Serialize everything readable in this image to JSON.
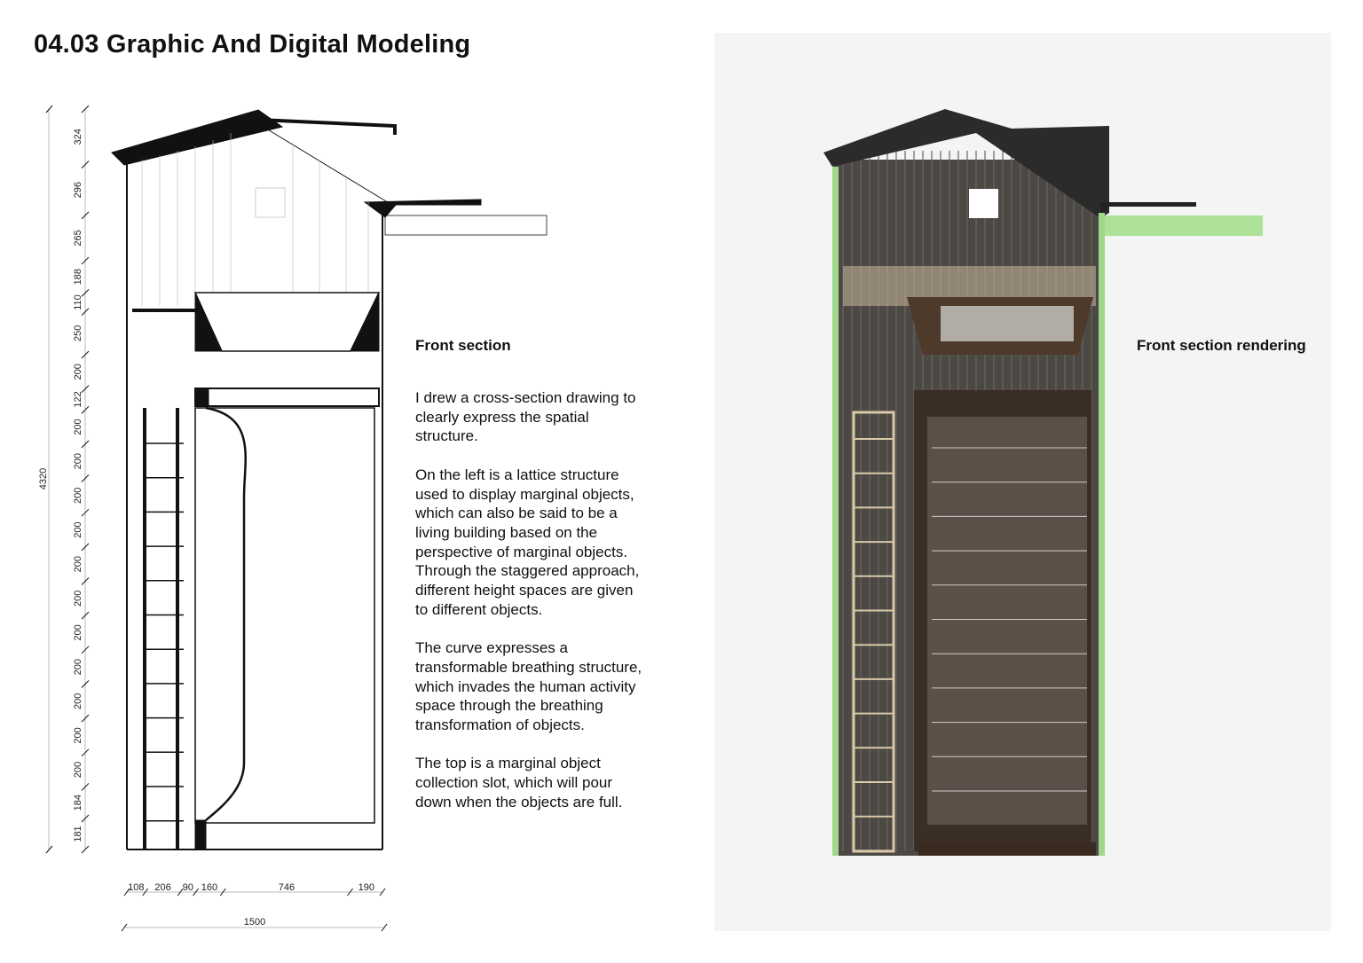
{
  "page": {
    "title": "04.03 Graphic And Digital Modeling"
  },
  "section_drawing": {
    "heading": "Front section",
    "paragraphs": [
      "I drew a cross-section drawing to clearly express the spatial structure.",
      "On the left is a lattice structure used to display marginal objects, which can also be said to be a living building based on the perspective of marginal objects. Through the staggered approach, different height spaces are given to different objects.",
      "The curve expresses a transformable breathing structure, which invades the human activity space through the breathing transformation of objects.",
      "The top is a marginal object collection slot, which will pour down when the objects are full."
    ],
    "vertical_dimensions": [
      "324",
      "296",
      "265",
      "188",
      "110",
      "250",
      "200",
      "122",
      "200",
      "200",
      "200",
      "200",
      "200",
      "200",
      "200",
      "200",
      "200",
      "200",
      "200",
      "184",
      "181"
    ],
    "total_height": "4320",
    "horizontal_dimensions": [
      "108",
      "206",
      "90",
      "160",
      "746",
      "190"
    ],
    "total_width": "1500"
  },
  "section_rendering": {
    "heading": "Front section rendering"
  },
  "colors": {
    "accent_green": "#9fd88a",
    "roof": "#2a2a2a",
    "wood": "#5a4a3a"
  }
}
